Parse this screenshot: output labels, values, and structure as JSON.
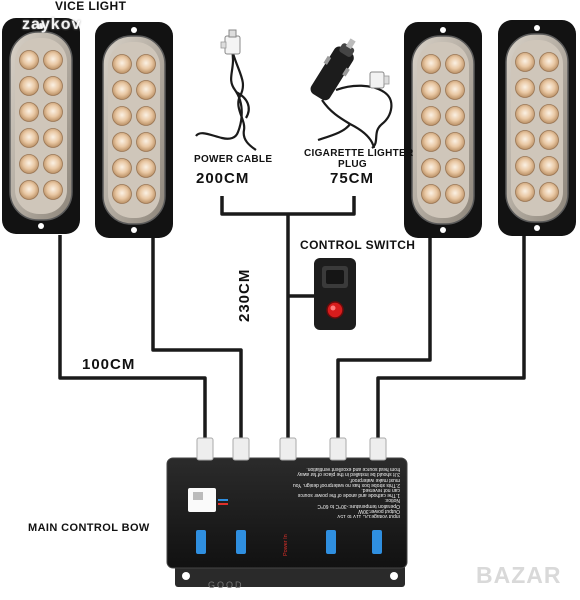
{
  "labels": {
    "vice_light": "VICE LIGHT",
    "power_cable": "POWER CABLE",
    "power_cable_length": "200CM",
    "cigarette_lighter_line1": "CIGARETTE LIGHTER",
    "cigarette_lighter_line2": "PLUG",
    "cigarette_lighter_length": "75CM",
    "control_switch": "CONTROL SWITCH",
    "length_100": "100CM",
    "length_230": "230CM",
    "main_control": "MAIN CONTROL BOW",
    "box_brand": "GOOD",
    "power_port": "Power In"
  },
  "spec_lines": [
    "Input voltage:DC 11V to 15V",
    "Output power:30W",
    "Operation temperature:-30°C to 60°C",
    "Notice:",
    "1.The cathode and anode of the power source",
    "can not reversed.",
    "2.This strobe box has no waterproof design. You",
    "must make waterproof.",
    "3.It should be installed in the place of far away",
    "from heat source and excellent ventilation."
  ],
  "watermarks": {
    "top_left": "zaykov",
    "bottom_right": "BAZAR"
  },
  "colors": {
    "cable": "#1a1a1a",
    "led_amber": "#e8c9a6",
    "port_blue": "#2f8fe0",
    "port_red": "#e0302a",
    "switch_red": "#d81c1c"
  }
}
